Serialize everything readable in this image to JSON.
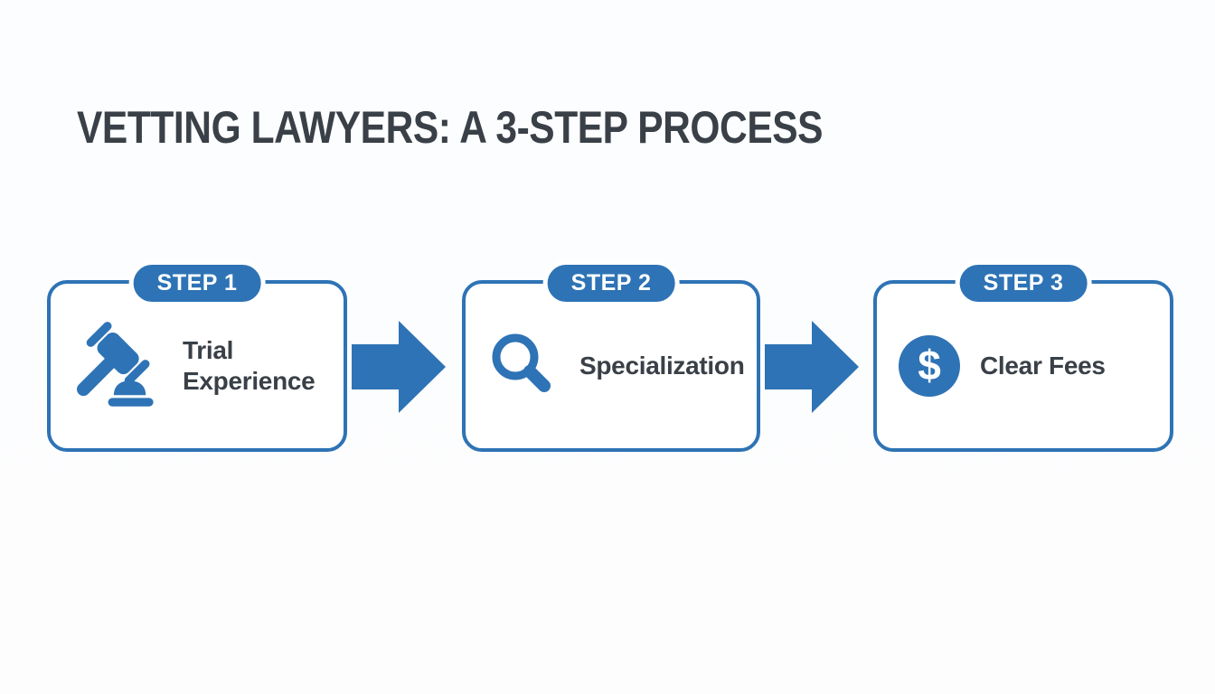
{
  "title": "VETTING LAWYERS: A 3-STEP PROCESS",
  "colors": {
    "accent_blue": "#2e73b5",
    "text_dark": "#3a4047",
    "background": "#fdfdfe",
    "badge_text": "#ffffff",
    "box_fill": "#ffffff"
  },
  "steps": [
    {
      "badge": "STEP 1",
      "label": "Trial Experience",
      "icon": "gavel-icon"
    },
    {
      "badge": "STEP 2",
      "label": "Specialization",
      "icon": "magnifier-icon"
    },
    {
      "badge": "STEP 3",
      "label": "Clear Fees",
      "icon": "dollar-icon"
    }
  ],
  "dollar_symbol": "$",
  "connectors": [
    {
      "type": "arrow-right"
    },
    {
      "type": "arrow-right"
    }
  ]
}
